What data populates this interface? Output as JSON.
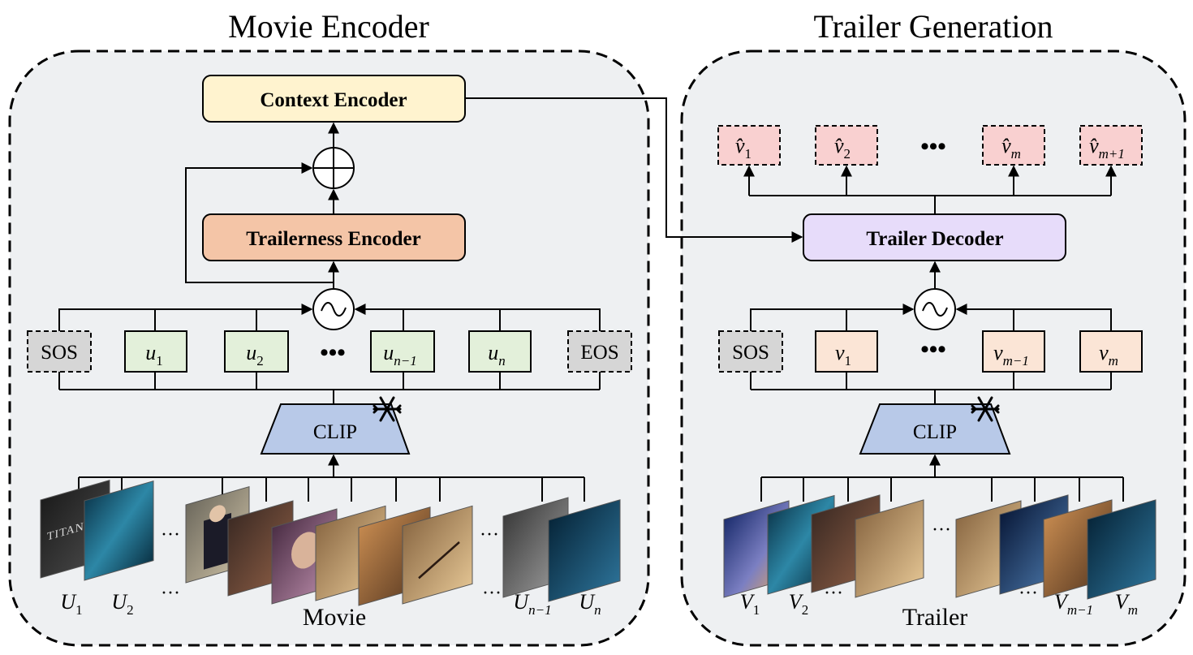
{
  "colors": {
    "panel_bg": "#eef0f2",
    "context_encoder": "#fff3cf",
    "trailerness_encoder": "#f4c5a7",
    "trailer_decoder": "#e7dcfa",
    "clip": "#b8c9e8",
    "movie_token": "#e3f0da",
    "trailer_token": "#fbe5d6",
    "predicted_token": "#f9d0d0",
    "special_token": "#d6d6d6"
  },
  "movie_encoder": {
    "title": "Movie Encoder",
    "context_encoder": "Context Encoder",
    "trailerness_encoder": "Trailerness Encoder",
    "clip": "CLIP",
    "sos": "SOS",
    "eos": "EOS",
    "tokens": [
      {
        "base": "u",
        "sub": "1"
      },
      {
        "base": "u",
        "sub": "2"
      },
      {
        "base": "u",
        "sub": "n−1"
      },
      {
        "base": "u",
        "sub": "n"
      }
    ],
    "frames": [
      {
        "base": "U",
        "sub": "1"
      },
      {
        "base": "U",
        "sub": "2"
      },
      {
        "base": "U",
        "sub": "n−1"
      },
      {
        "base": "U",
        "sub": "n"
      }
    ],
    "caption": "Movie",
    "frame_text": "TITANIC"
  },
  "trailer_generation": {
    "title": "Trailer Generation",
    "trailer_decoder": "Trailer Decoder",
    "clip": "CLIP",
    "sos": "SOS",
    "tokens": [
      {
        "base": "v",
        "sub": "1"
      },
      {
        "base": "v",
        "sub": "m−1"
      },
      {
        "base": "v",
        "sub": "m"
      }
    ],
    "outputs": [
      {
        "base": "v̂",
        "sub": "1"
      },
      {
        "base": "v̂",
        "sub": "2"
      },
      {
        "base": "v̂",
        "sub": "m"
      },
      {
        "base": "v̂",
        "sub": "m+1"
      }
    ],
    "frames": [
      {
        "base": "V",
        "sub": "1"
      },
      {
        "base": "V",
        "sub": "2"
      },
      {
        "base": "V",
        "sub": "m−1"
      },
      {
        "base": "V",
        "sub": "m"
      }
    ],
    "caption": "Trailer"
  },
  "ellipsis": "•••",
  "small_ellipsis": "···",
  "frozen_icon": "snowflake-icon",
  "add_icon": "circled-plus-icon",
  "concat_icon": "circled-tilde-icon"
}
